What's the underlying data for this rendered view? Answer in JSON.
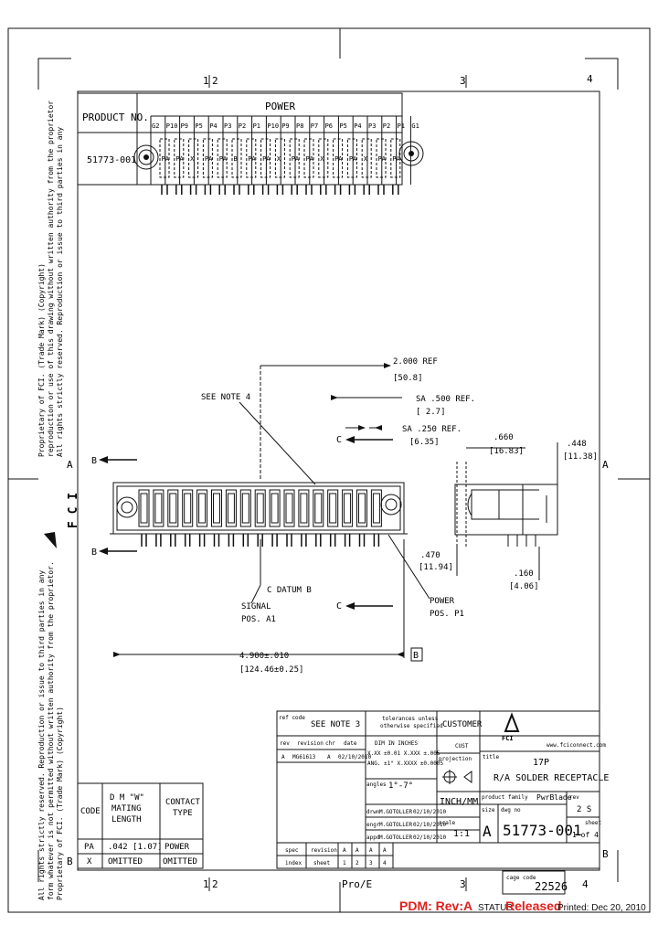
{
  "zones": {
    "top": [
      "1",
      "2",
      "3",
      "4"
    ],
    "side": [
      "A",
      "B"
    ],
    "mid_bottom": [
      "1",
      "2"
    ]
  },
  "header_table": {
    "product_label": "PRODUCT NO.",
    "power_label": "POWER",
    "product_no": "51773-001",
    "positions": [
      "G2",
      "P10",
      "P9",
      "P5",
      "P4",
      "P3",
      "P2",
      "P1",
      "P10",
      "P9",
      "P8",
      "P7",
      "P6",
      "P5",
      "P4",
      "P3",
      "P2",
      "P1",
      "G1"
    ],
    "contacts": [
      "PA",
      "PA",
      "X",
      "PA",
      "PA",
      "B",
      "PA",
      "PA",
      "X",
      "PA",
      "PA",
      "X",
      "PA",
      "PA",
      "X",
      "PA",
      "PA"
    ]
  },
  "dims": {
    "d1": "2.000 REF",
    "d1_mm": "[50.8]",
    "d2": "SA .500  REF.",
    "d2_mm": "[ 2.7]",
    "d3": "SA .250  REF.",
    "d3_mm": "[6.35]",
    "d4": "4.900±.010",
    "d4_mm": "[124.46±0.25]",
    "d5": ".660",
    "d5_mm": "[16.83]",
    "d6": ".448",
    "d6_mm": "[11.38]",
    "d7": ".470",
    "d7_mm": "[11.94]",
    "d8": ".160",
    "d8_mm": "[4.06]"
  },
  "notes": {
    "see_note": "SEE NOTE 4",
    "datum_b": "C  DATUM B",
    "signal_pos": "SIGNAL",
    "signal_pos2": "POS. A1",
    "power_pos": "POWER",
    "power_pos2": "POS. P1",
    "datum_c1": "C",
    "datum_c2": "C",
    "datum_b1": "B",
    "datum_b2": "B",
    "datum_b3": "B"
  },
  "copyright_text": [
    "Proprietary of FCI. (Trade Mark) (Copyright)",
    "reproduction or use of this drawing without written authority from the proprietor",
    "All rights strictly reserved. Reproduction or issue to third parties in any",
    "form whatever is not permitted without written authority from the proprietor."
  ],
  "fci_logo_text": "F C I",
  "length_table": {
    "headers": [
      "CODE",
      "D M \"W\"\nMATING\nLENGTH",
      "CONTACT\nTYPE"
    ],
    "rows": [
      [
        "PA",
        ".042  [1.07]",
        "POWER"
      ],
      [
        "X",
        "OMITTED",
        "OMITTED"
      ]
    ]
  },
  "title_block": {
    "ref_code": "ref code",
    "see_note_3": "SEE NOTE 3",
    "tolerance": "tolerances unless\notherwise specified",
    "customer": "CUSTOMER",
    "cust": "CUST",
    "rev_cols": [
      "rev",
      "revision",
      "chr",
      "date"
    ],
    "rev_row": [
      "A",
      "MG61613",
      "A",
      "02/10/2010"
    ],
    "fci_name": "FCI",
    "fci_web": "www.fciconnect.com",
    "tol1": "DIM IN INCHES",
    "tol2": "X.XX  ±0.01 X.XXX ±.005",
    "tol3": "ANG. ±1° X.XXXX ±0.0005",
    "angles": "angles",
    "title": "17P",
    "title2": "R/A SOLDER RECEPTACLE",
    "projection": "projection",
    "units": "INCH/MM",
    "drawn": [
      "drwn",
      "M.GOTOLLER",
      "02/10/2010"
    ],
    "engr": [
      "engr",
      "M.GOTOLLER",
      "02/10/2010"
    ],
    "appd": [
      "appd",
      "M.GOTOLLER",
      "02/10/2010"
    ],
    "scale_label": "scale",
    "scale": "1:1",
    "product_family_label": "product family",
    "product_family": "PwrBlade",
    "size_label": "size",
    "size": "A",
    "dwg_no_label": "dwg no",
    "dwg_no": "51773-001",
    "sheet_label": "sheet",
    "sheet": "1 of 4",
    "rev_label": "rev",
    "rev": "2 S",
    "sheet_table": {
      "sheet_label": "sheet",
      "revision_label": "revision",
      "revision_vals": [
        "A",
        "A",
        "A",
        "A"
      ],
      "sheet_vals": [
        "1",
        "2",
        "3",
        "4"
      ],
      "spec": "spec",
      "index": "index"
    },
    "cage_code_label": "cage code",
    "cage_code": "22526"
  },
  "proe": "Pro/E",
  "footer": {
    "pdm": "PDM: Rev:A",
    "status_label": "STATUS:",
    "status": "Released",
    "printed": "Printed: Dec 20, 2010"
  },
  "colors": {
    "red": "#e0201c",
    "line": "#111111"
  }
}
